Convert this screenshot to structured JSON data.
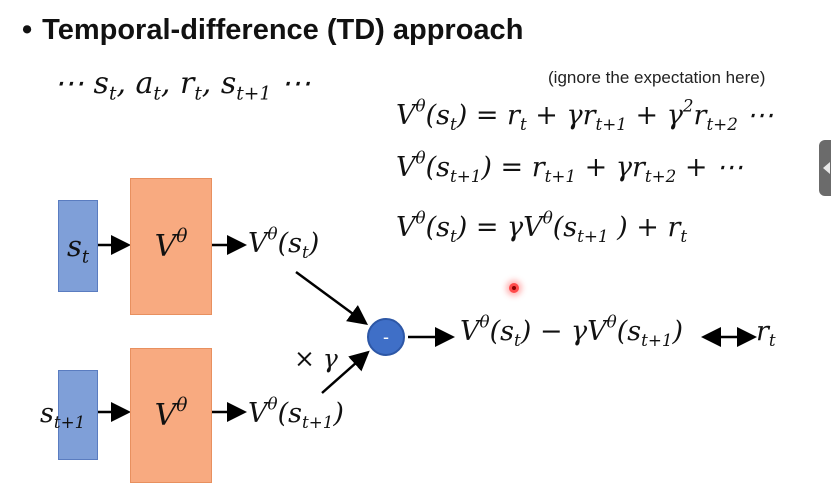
{
  "title": {
    "bullet": "•",
    "text": "Temporal-difference (TD) approach"
  },
  "sequence": {
    "lead": "⋯ ",
    "s": "s",
    "s_sub": "t",
    "a": "a",
    "a_sub": "t",
    "r": "r",
    "r_sub": "t",
    "s2": "s",
    "s2_sub": "t+1",
    "tail": " ⋯"
  },
  "note": "(ignore the expectation here)",
  "equations": {
    "eq1": {
      "V": "V",
      "theta": "θ",
      "arg": "(s",
      "arg_sub": "t",
      "close": ")",
      "rhs_a": " = r",
      "rhs_a_sub": "t",
      "rhs_b": " + γr",
      "rhs_b_sub": "t+1",
      "rhs_c": " + γ",
      "rhs_c_sup": "2",
      "rhs_c2": "r",
      "rhs_c_sub": "t+2",
      "rhs_tail": " ⋯"
    },
    "eq2": {
      "V": "V",
      "theta": "θ",
      "arg": "(s",
      "arg_sub": "t+1",
      "close": ")",
      "rhs_a": " = r",
      "rhs_a_sub": "t+1",
      "rhs_b": " + γr",
      "rhs_b_sub": "t+2",
      "rhs_tail": " + ⋯"
    },
    "eq3": {
      "V": "V",
      "theta": "θ",
      "arg": "(s",
      "arg_sub": "t",
      "close": ")",
      "rhs_a": " = γV",
      "rhs_a_sup": "θ",
      "rhs_b": "(s",
      "rhs_b_sub": "t+1",
      "rhs_tail": " ) + r",
      "rhs_tail_sub": "t"
    }
  },
  "diagram": {
    "input1": {
      "s": "s",
      "sub": "t"
    },
    "input2": {
      "s": "s",
      "sub": "t+1"
    },
    "net1": {
      "V": "V",
      "theta": "θ"
    },
    "net2": {
      "V": "V",
      "theta": "θ"
    },
    "output1": {
      "V": "V",
      "theta": "θ",
      "arg": "(s",
      "arg_sub": "t",
      "close": ")"
    },
    "output2": {
      "V": "V",
      "theta": "θ",
      "arg": "(s",
      "arg_sub": "t+1",
      "close": ")"
    },
    "gamma_label": "× γ",
    "minus_label": "-",
    "result": {
      "V": "V",
      "theta": "θ",
      "arg": "(s",
      "arg_sub": "t",
      "mid": ") − γV",
      "theta2": "θ",
      "arg2": "(s",
      "arg2_sub": "t+1",
      "close": ")"
    },
    "target": {
      "r": "r",
      "sub": "t"
    }
  },
  "colors": {
    "input_box": "#7f9fd8",
    "net_box": "#f8aa80",
    "minus_node": "#3f6fc7",
    "cursor": "#ff4b4b"
  },
  "icons": {
    "cursor": "laser-pointer-icon",
    "edge": "side-panel-tab-icon"
  }
}
